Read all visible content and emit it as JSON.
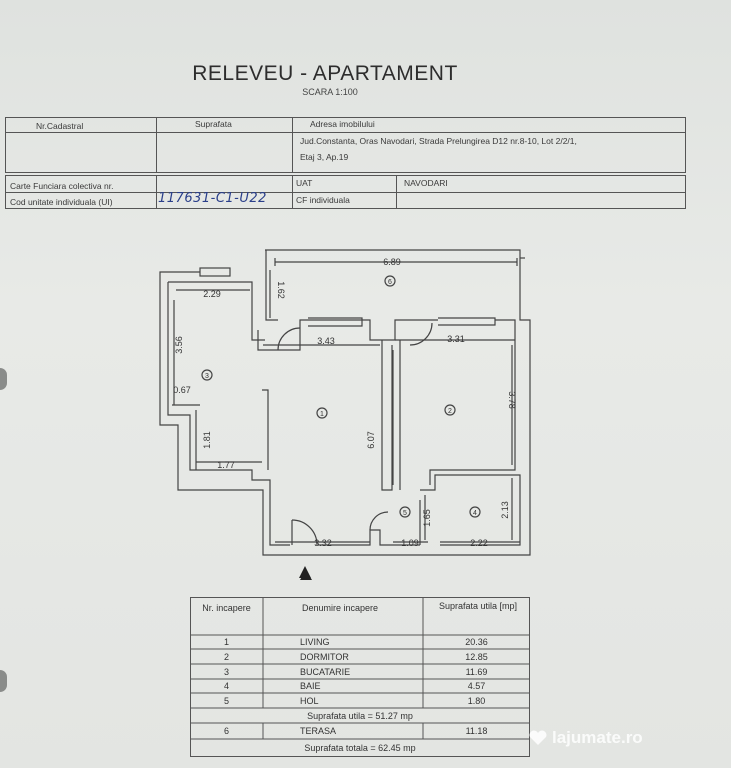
{
  "title": "RELEVEU - APARTAMENT",
  "scale": "SCARA 1:100",
  "header": {
    "nr_cadastral_label": "Nr.Cadastral",
    "suprafata_label": "Suprafata",
    "adresa_label": "Adresa imobilului",
    "adresa_line1": "Jud.Constanta, Oras Navodari,  Strada Prelungirea D12 nr.8-10, Lot 2/2/1,",
    "adresa_line2": "Etaj 3, Ap.19",
    "carte_funciara_label": "Carte Funciara colectiva nr.",
    "uat_label": "UAT",
    "uat_value": "NAVODARI",
    "cod_ui_label": "Cod unitate individuala (UI)",
    "cod_ui_value": "117631-C1-U22",
    "cf_individuala_label": "CF individuala"
  },
  "plan": {
    "dimensions": [
      "6.89",
      "1.62",
      "2.29",
      "3.56",
      "0.67",
      "1.81",
      "1.77",
      "3.43",
      "3.31",
      "3.78",
      "6.07",
      "2.13",
      "1.65",
      "1.09",
      "2.22",
      "3.32"
    ],
    "room_numbers": [
      "1",
      "2",
      "3",
      "4",
      "5",
      "6"
    ]
  },
  "table": {
    "headers": [
      "Nr. incapere",
      "Denumire incapere",
      "Suprafata utila [mp]"
    ],
    "rows": [
      {
        "nr": "1",
        "name": "LIVING",
        "area": "20.36"
      },
      {
        "nr": "2",
        "name": "DORMITOR",
        "area": "12.85"
      },
      {
        "nr": "3",
        "name": "BUCATARIE",
        "area": "11.69"
      },
      {
        "nr": "4",
        "name": "BAIE",
        "area": "4.57"
      },
      {
        "nr": "5",
        "name": "HOL",
        "area": "1.80"
      }
    ],
    "subtotal": "Suprafata utila = 51.27 mp",
    "terrace": {
      "nr": "6",
      "name": "TERASA",
      "area": "11.18"
    },
    "total": "Suprafata totala = 62.45 mp"
  },
  "watermark": "lajumate.ro"
}
